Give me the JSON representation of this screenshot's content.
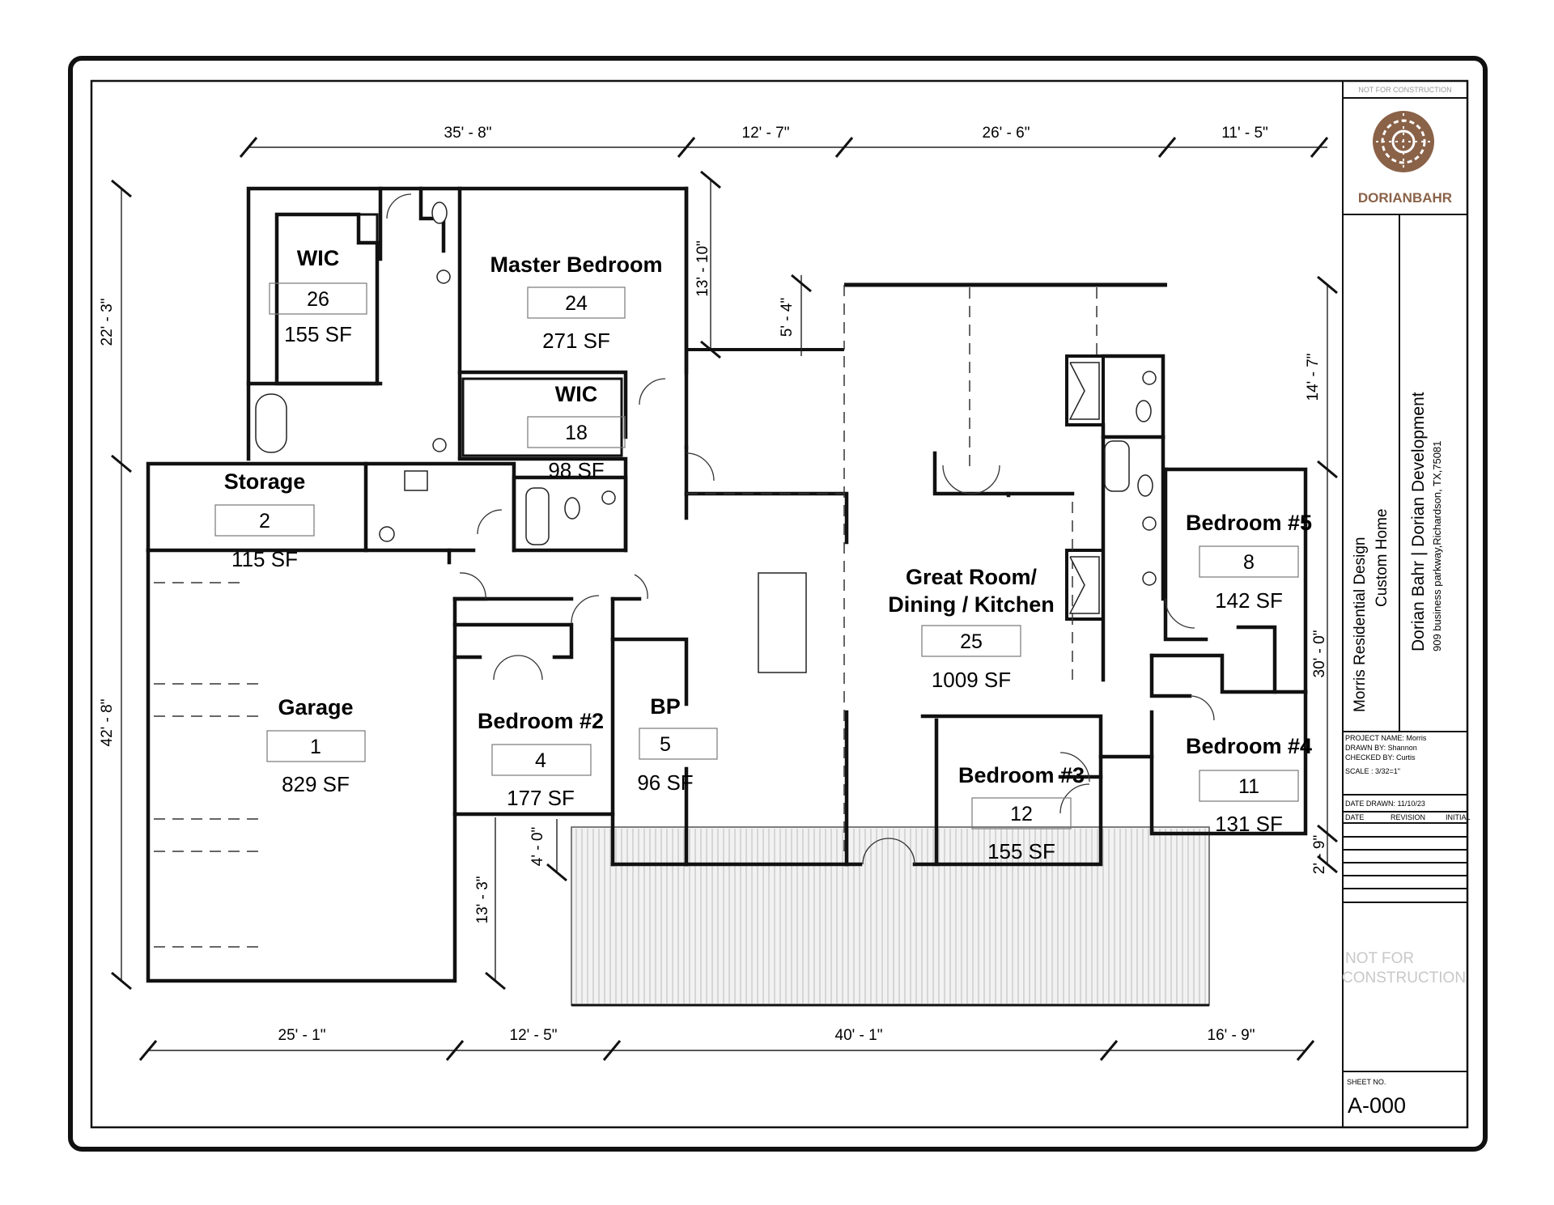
{
  "title_block": {
    "header_note": "NOT FOR CONSTRUCTION",
    "logo_text": "DORIANBAHR",
    "project_title": "Morris Residential Design",
    "project_subtitle": "Custom Home",
    "company": "Dorian Bahr | Dorian Development",
    "address": "909 business parkway,Richardson, TX,75081",
    "project_name": "PROJECT NAME: Morris",
    "drawn_by": "DRAWN BY: Shannon",
    "checked_by": "CHECKED BY: Curtis",
    "scale": "SCALE : 3/32=1\"",
    "date_drawn": "DATE  DRAWN: 11/10/23",
    "rev_headers": [
      "DATE",
      "REVISION",
      "INITIAL"
    ],
    "watermark_line1": "NOT FOR",
    "watermark_line2": "CONSTRUCTION",
    "sheet_no_label": "SHEET NO.",
    "sheet_no": "A-000"
  },
  "colors": {
    "logo_brown": "#8a6248",
    "line": "#111111"
  },
  "rooms": [
    {
      "name": "WIC",
      "number": "26",
      "area": "155 SF"
    },
    {
      "name": "Master Bedroom",
      "number": "24",
      "area": "271 SF"
    },
    {
      "name": "WIC",
      "number": "18",
      "area": "98 SF"
    },
    {
      "name": "Storage",
      "number": "2",
      "area": "115 SF"
    },
    {
      "name": "Garage",
      "number": "1",
      "area": "829 SF"
    },
    {
      "name": "Bedroom #2",
      "number": "4",
      "area": "177 SF"
    },
    {
      "name": "BP",
      "number": "5",
      "area": "96 SF"
    },
    {
      "name": "Great Room/",
      "name2": "Dining / Kitchen",
      "number": "25",
      "area": "1009 SF"
    },
    {
      "name": "Bedroom #3",
      "number": "12",
      "area": "155 SF"
    },
    {
      "name": "Bedroom #5",
      "number": "8",
      "area": "142 SF"
    },
    {
      "name": "Bedroom #4",
      "number": "11",
      "area": "131 SF"
    }
  ],
  "dimensions": {
    "top": [
      "35' - 8\"",
      "12' - 7\"",
      "26' - 6\"",
      "11' - 5\""
    ],
    "bottom": [
      "25' - 1\"",
      "12' - 5\"",
      "40' - 1\"",
      "16' - 9\""
    ],
    "left": [
      "22' - 3\"",
      "42' - 8\""
    ],
    "right": [
      "14' - 7\"",
      "30' - 0\"",
      "2' - 9\""
    ],
    "inner": [
      "13' - 10\"",
      "5' - 4\"",
      "4' - 0\"",
      "13' - 3\""
    ]
  }
}
